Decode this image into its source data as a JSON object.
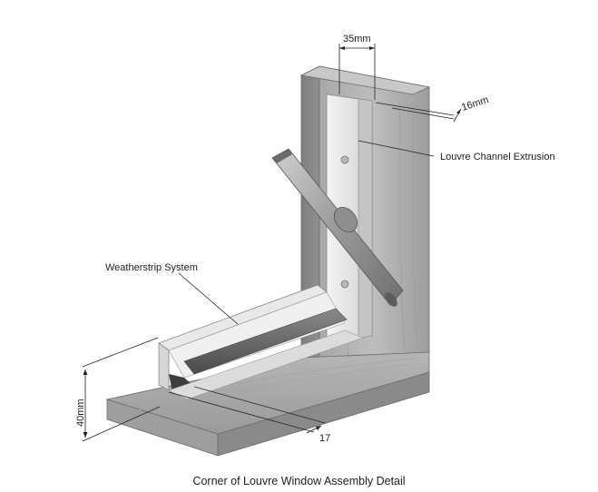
{
  "diagram": {
    "labels": {
      "dim_35": "35mm",
      "dim_16": "16mm",
      "louvre_channel": "Louvre Channel Extrusion",
      "weatherstrip": "Weatherstrip System",
      "dim_40": "40mm",
      "dim_17": "17"
    },
    "caption": "Corner of Louvre Window Assembly Detail"
  }
}
